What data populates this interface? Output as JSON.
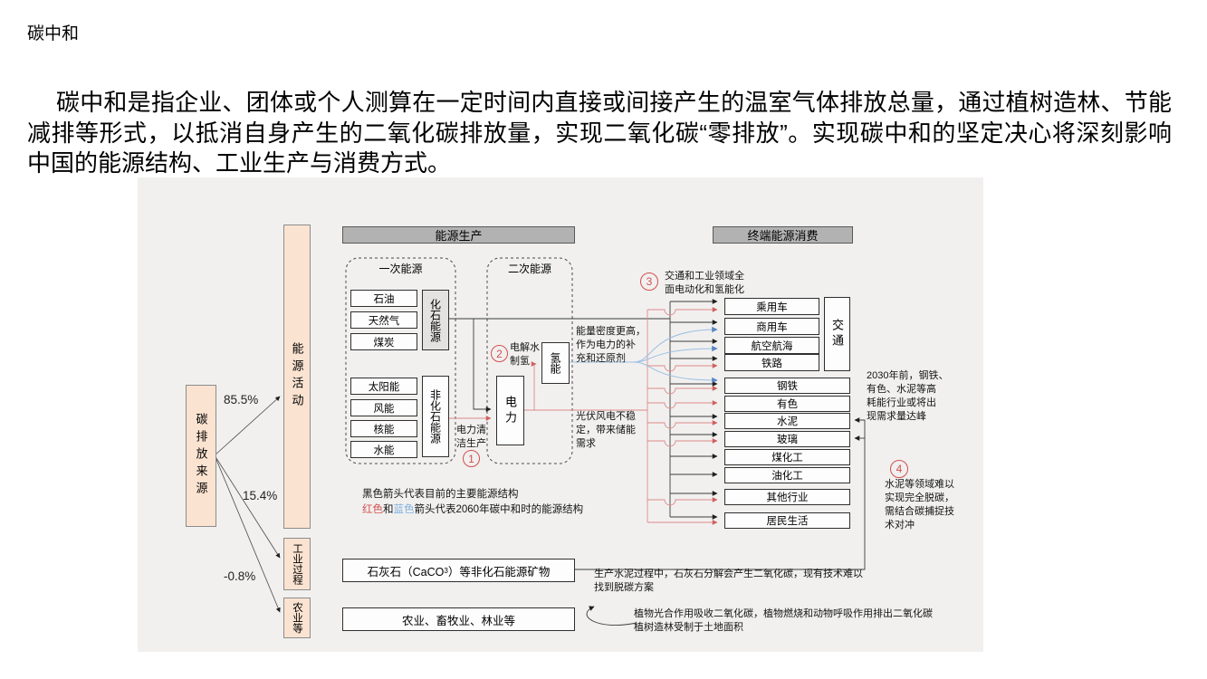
{
  "page": {
    "title": "碳中和",
    "paragraph": "碳中和是指企业、团体或个人测算在一定时间内直接或间接产生的温室气体排放总量，通过植树造林、节能减排等形式，以抵消自身产生的二氧化碳排放量，实现二氧化碳“零排放”。实现碳中和的坚定决心将深刻影响中国的能源结构、工业生产与消费方式。"
  },
  "emission_sources": {
    "root": "碳排放来源",
    "branches": [
      {
        "label": "能源活动",
        "share": "85.5%"
      },
      {
        "label": "工业过程",
        "share": "15.4%"
      },
      {
        "label": "农业等",
        "share": "-0.8%"
      }
    ]
  },
  "energy_production": {
    "header": "能源生产",
    "primary_title": "一次能源",
    "fossil_items": [
      "石油",
      "天然气",
      "煤炭"
    ],
    "fossil_group": "化石能源",
    "nonfossil_items": [
      "太阳能",
      "风能",
      "核能",
      "水能"
    ],
    "nonfossil_group": "非化石能源",
    "secondary_title": "二次能源",
    "electricity": "电力",
    "hydrogen": "氢能"
  },
  "consumption": {
    "header": "终端能源消费",
    "transport_items": [
      "乘用车",
      "商用车",
      "航空航海",
      "铁路"
    ],
    "transport_group": "交通",
    "industry_items": [
      "钢铁",
      "有色",
      "水泥",
      "玻璃",
      "煤化工",
      "油化工",
      "其他行业",
      "居民生活"
    ]
  },
  "bottom_boxes": {
    "limestone_pre": "石灰石（CaCO",
    "limestone_sub": "3",
    "limestone_post": "）等非化石能源矿物",
    "agriculture": "农业、畜牧业、林业等"
  },
  "notes": {
    "note1": {
      "num": "1",
      "lines": [
        "电力清",
        "洁生产"
      ]
    },
    "note2": {
      "num": "2",
      "lines": [
        "电解水",
        "制氢"
      ]
    },
    "note3": {
      "num": "3",
      "lines": [
        "交通和工业领域全",
        "面电动化和氢能化"
      ]
    },
    "note4": {
      "num": "4",
      "lines": [
        "水泥等领域难以",
        "实现完全脱碳，",
        "需结合碳捕捉技",
        "术对冲"
      ]
    },
    "hydrogen_role": {
      "lines": [
        "能量密度更高，",
        "作为电力的补",
        "充和还原剂"
      ]
    },
    "storage_need": {
      "lines": [
        "光伏风电不稳",
        "定，带来储能",
        "需求"
      ]
    },
    "peak_demand": {
      "lines": [
        "2030年前，钢铁、",
        "有色、水泥等高",
        "耗能行业或将出",
        "现需求量达峰"
      ]
    },
    "cement_co2": {
      "lines": [
        "生产水泥过程中，石灰石分解会产生二氧化碳，现有技术难以",
        "找到脱碳方案"
      ]
    },
    "plants": {
      "lines": [
        "植物光合作用吸收二氧化碳，植物燃烧和动物呼吸作用排出二氧化碳",
        "植树造林受制于土地面积"
      ]
    }
  },
  "legend": {
    "line1": "黑色箭头代表目前的主要能源结构",
    "red_word": "红色",
    "and_word": "和",
    "blue_word": "蓝色",
    "rest": "箭头代表2060年碳中和时的能源结构"
  },
  "colors": {
    "current_arrow": "#3c3c3c",
    "future_red": "#dd8a8a",
    "future_blue": "#9cbfe2",
    "source_fill": "#fbe3d1",
    "header_fill": "#b2b2b2"
  }
}
